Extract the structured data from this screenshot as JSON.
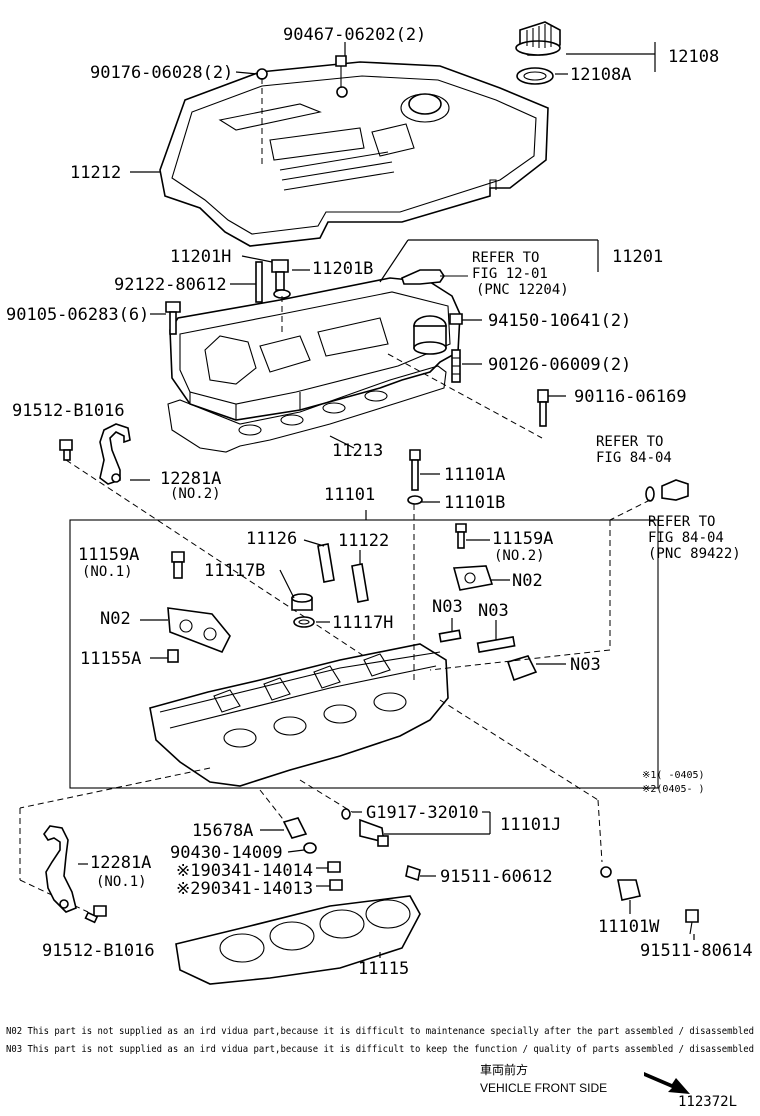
{
  "diagram": {
    "callouts": {
      "bolt_90467": "90467-06202(2)",
      "ring_90176": "90176-06028(2)",
      "cap_12108": "12108",
      "gasket_12108A": "12108A",
      "cover_11212": "11212",
      "stud_11201H": "11201H",
      "grommet_11201B": "11201B",
      "stud_92122": "92122-80612",
      "headcover_11201": "11201",
      "bolt_90105": "90105-06283(6)",
      "clamp_94150": "94150-10641(2)",
      "bolt_90126": "90126-06009(2)",
      "plug_90116": "90116-06169",
      "bolt_91512_top": "91512-B1016",
      "hook_12281A_top": "12281A",
      "hook_12281A_top_no": "(NO.2)",
      "gasket_11213": "11213",
      "bolt_11101A": "11101A",
      "washer_11101B": "11101B",
      "head_11101": "11101",
      "guide_11126": "11126",
      "guide_11122": "11122",
      "bolt_11159A_left": "11159A",
      "bolt_11159A_left_no": "(NO.1)",
      "cap_11117B": "11117B",
      "ring_11117H": "11117H",
      "bolt_11159A_right": "11159A",
      "bolt_11159A_right_no": "(NO.2)",
      "n02_right": "N02",
      "n02_left": "N02",
      "n03_a": "N03",
      "n03_b": "N03",
      "n03_c": "N03",
      "pin_11155A": "11155A",
      "sensor_15678A": "15678A",
      "ring_90430": "90430-14009",
      "bolt_90341_1": "※190341-14014",
      "bolt_90341_2": "※290341-14013",
      "seal_g1917": "G1917-32010",
      "part_11101J": "11101J",
      "bolt_91511_60612": "91511-60612",
      "hook_12281A_bottom": "12281A",
      "hook_12281A_bottom_no": "(NO.1)",
      "bolt_91512_bottom": "91512-B1016",
      "gasket_11115": "11115",
      "part_11101W": "11101W",
      "bolt_91511_80614": "91511-80614"
    },
    "references": {
      "fig_12_01": [
        "REFER TO",
        "FIG 12-01",
        "(PNC 12204)"
      ],
      "fig_84_04_top": [
        "REFER TO",
        "FIG 84-04"
      ],
      "fig_84_04_bottom": [
        "REFER TO",
        "FIG 84-04",
        "(PNC 89422)"
      ]
    },
    "legend": {
      "mark1": "※1(   -0405)",
      "mark2": "※2(0405-   )"
    },
    "notes": {
      "n02": "N02 This part is not supplied as an ird vidua  part,because it is difficult to maintenance specially after the part assembled / disassembled",
      "n03": "N03 This part is not supplied as an ird vidua  part,because it is difficult to keep the function / quality of parts assembled / disassembled"
    },
    "footer": {
      "direction_jp": "車両前方",
      "direction_en": "VEHICLE FRONT SIDE",
      "figure_id": "112372L"
    }
  }
}
